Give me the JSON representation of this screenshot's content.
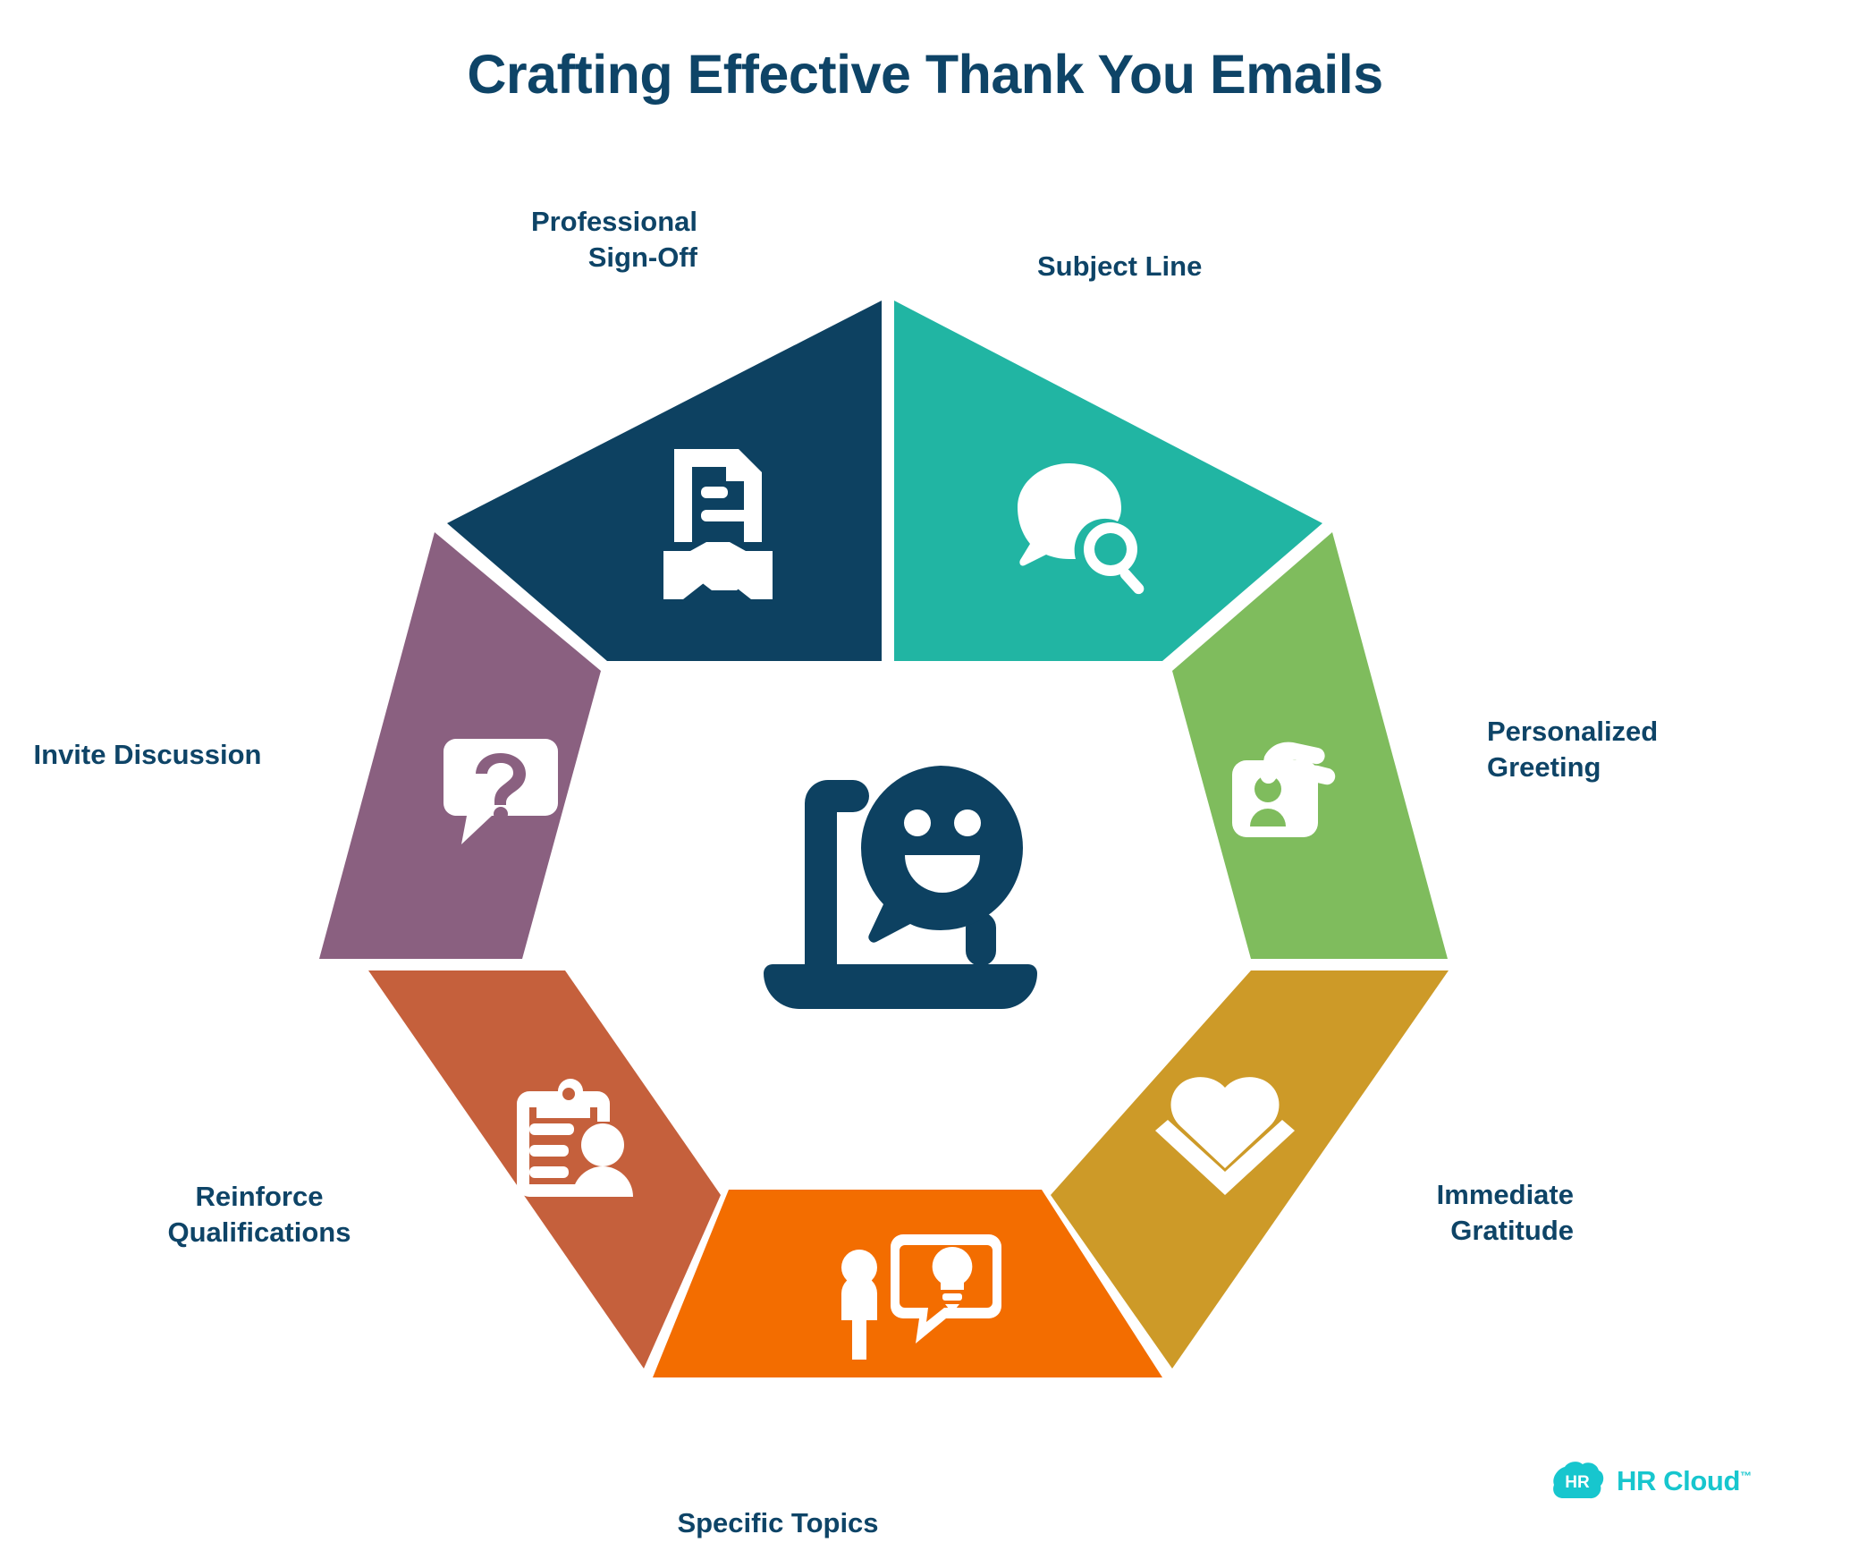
{
  "title": "Crafting Effective Thank You Emails",
  "colors": {
    "navy_text": "#0E4467",
    "background": "#FFFFFF",
    "brand_cyan": "#17C6CE"
  },
  "center": {
    "icon": "laptop-smiley-speech-bubble-icon",
    "color": "#0D4161"
  },
  "segments": [
    {
      "id": "subject-line",
      "label": "Subject Line",
      "color": "#21B5A3",
      "icon": "speech-bubble-magnifier-icon",
      "position": "top-right"
    },
    {
      "id": "personalized-greeting",
      "label": "Personalized\nGreeting",
      "color": "#7FBC5D",
      "icon": "person-badge-waving-hand-icon",
      "position": "right"
    },
    {
      "id": "immediate-gratitude",
      "label": "Immediate\nGratitude",
      "color": "#CD9A28",
      "icon": "layered-heart-icon",
      "position": "bottom-right"
    },
    {
      "id": "specific-topics",
      "label": "Specific Topics",
      "color": "#F36D00",
      "icon": "person-lightbulb-speech-bubble-icon",
      "position": "bottom"
    },
    {
      "id": "reinforce-qualifications",
      "label": "Reinforce\nQualifications",
      "color": "#C5603C",
      "icon": "clipboard-person-icon",
      "position": "bottom-left"
    },
    {
      "id": "invite-discussion",
      "label": "Invite Discussion",
      "color": "#8A6080",
      "icon": "question-mark-speech-bubble-icon",
      "position": "left"
    },
    {
      "id": "professional-sign-off",
      "label": "Professional\nSign-Off",
      "color": "#0D4161",
      "icon": "document-handshake-icon",
      "position": "top-left"
    }
  ],
  "logo": {
    "mark_text": "HR",
    "name": "HR Cloud",
    "trademark": "™"
  }
}
